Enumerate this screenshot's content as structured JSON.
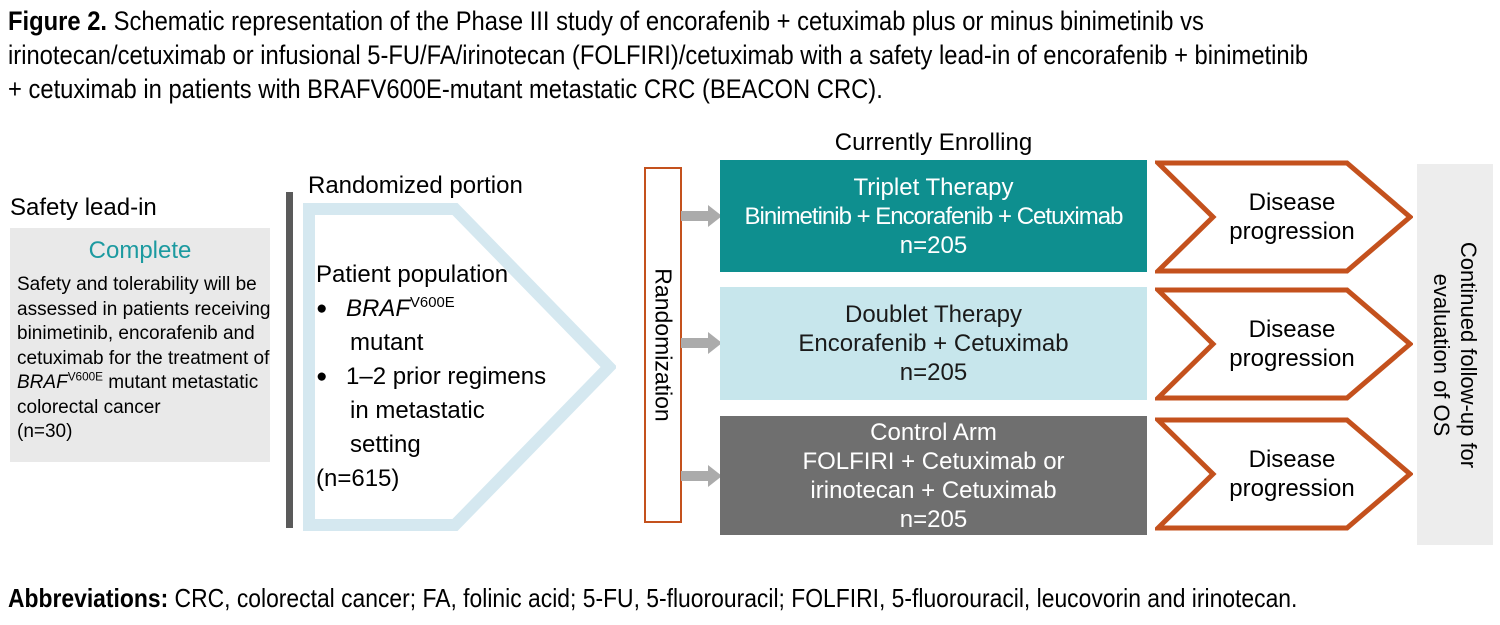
{
  "figure": {
    "label": "Figure 2.",
    "title_lines": [
      " Schematic representation of the Phase III study of encorafenib + cetuximab plus or minus binimetinib vs",
      "irinotecan/cetuximab or infusional 5-FU/FA/irinotecan (FOLFIRI)/cetuximab with a safety lead-in of encorafenib + binimetinib",
      "+ cetuximab in patients with BRAFV600E-mutant metastatic CRC (BEACON CRC)."
    ]
  },
  "safety": {
    "heading": "Safety lead-in",
    "status": "Complete",
    "body_lines": [
      "Safety and tolerability will be",
      "assessed in patients receiving",
      "binimetinib, encorafenib and",
      "cetuximab for the treatment of"
    ],
    "gene": "BRAF",
    "gene_sup": "V600E",
    "after_gene": " mutant metastatic",
    "line_cancer": "colorectal cancer",
    "n_label": "(n=30)"
  },
  "randomized": {
    "heading": "Randomized portion",
    "population_title": "Patient population",
    "bullet": "●",
    "bullet1_gene": "BRAF",
    "bullet1_sup": "V600E",
    "bullet1_line2": "mutant",
    "bullet2_line1": "1–2 prior regimens",
    "bullet2_line2": "in metastatic",
    "bullet2_line3": "setting",
    "n_label": "(n=615)"
  },
  "randomization_label": "Randomization",
  "currently_enrolling": "Currently Enrolling",
  "arms": [
    {
      "lines": [
        "Triplet Therapy",
        "Binimetinib + Encorafenib + Cetuximab",
        "n=205"
      ],
      "bg": "#0e8f8f",
      "fg": "#ffffff"
    },
    {
      "lines": [
        "Doublet Therapy",
        "Encorafenib + Cetuximab",
        "n=205"
      ],
      "bg": "#c7e6ec",
      "fg": "#1a1a1a"
    },
    {
      "lines": [
        "Control Arm",
        "FOLFIRI + Cetuximab or",
        "irinotecan + Cetuximab",
        "n=205"
      ],
      "bg": "#6f6f6f",
      "fg": "#ffffff"
    }
  ],
  "outcome_label": "Disease progression",
  "followup": {
    "line1": "Continued follow-up for",
    "line2": "evaluation of OS"
  },
  "abbreviations": {
    "label": "Abbreviations:",
    "text": " CRC, colorectal cancer; FA, folinic acid; 5-FU, 5-fluorouracil; FOLFIRI, 5-fluorouracil, leucovorin and irinotecan."
  },
  "colors": {
    "triplet_bg": "#0e8f8f",
    "doublet_bg": "#c7e6ec",
    "control_bg": "#6f6f6f",
    "accent_orange": "#c4511d",
    "pentagon_blue": "#d5e8f0",
    "panel_gray": "#ededed",
    "safety_box_gray": "#e9e9e9",
    "complete_teal": "#1c9aa0",
    "connector_gray": "#ababab",
    "divider_gray": "#5a5a5a"
  }
}
